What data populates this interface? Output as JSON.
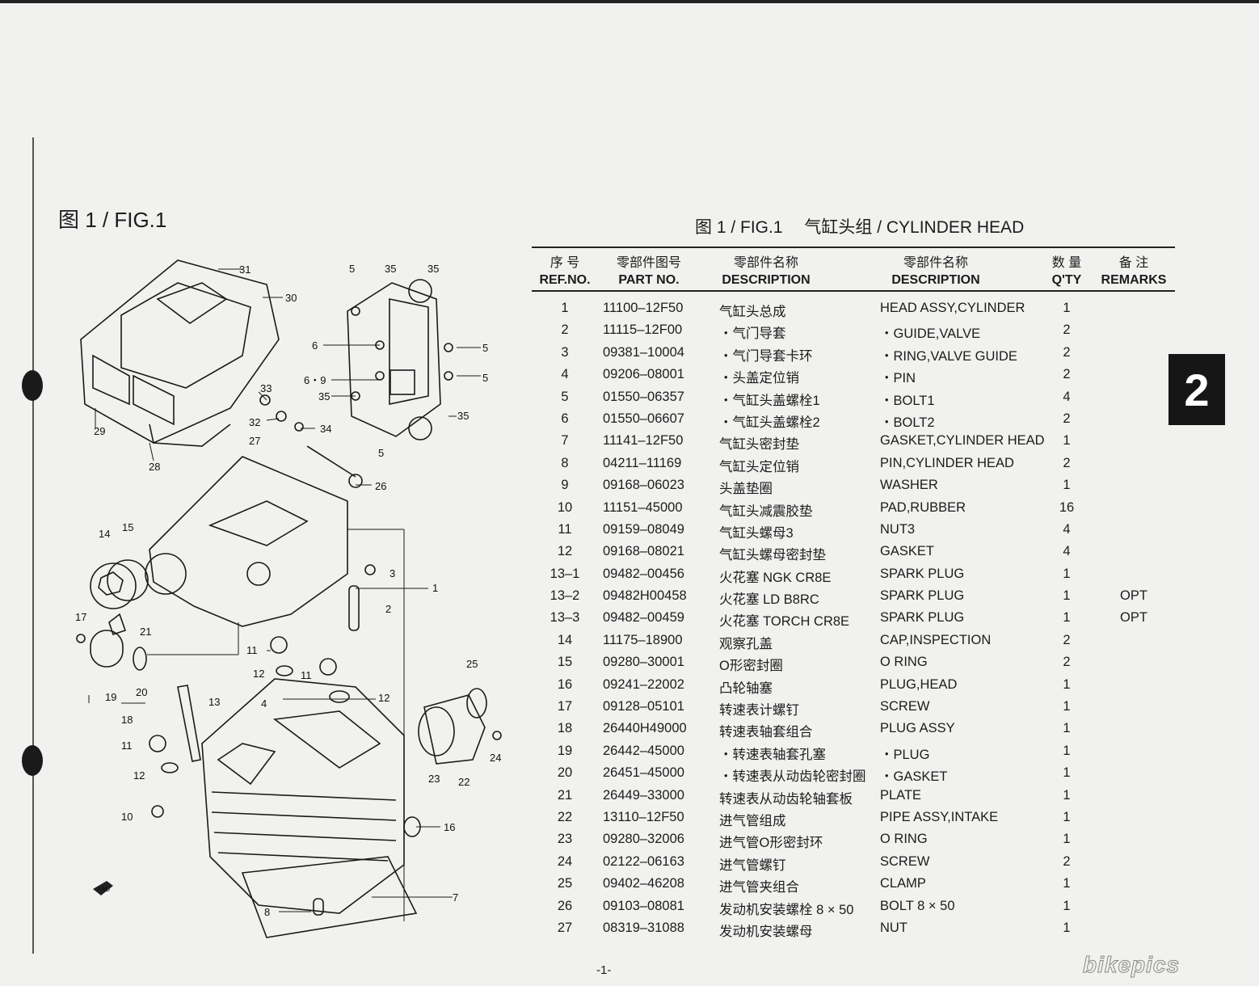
{
  "figure_label": "图 1 / FIG.1",
  "page_title": "图 1 / FIG.1　 气缸头组 / CYLINDER HEAD",
  "section_tab": "2",
  "page_number": "-1-",
  "watermark": "bikepics",
  "table": {
    "headers": {
      "ref_cn": "序 号",
      "ref_en": "REF.NO.",
      "part_cn": "零部件图号",
      "part_en": "PART NO.",
      "desc_cn_cn": "零部件名称",
      "desc_cn_en": "DESCRIPTION",
      "desc_en_cn": "零部件名称",
      "desc_en_en": "DESCRIPTION",
      "qty_cn": "数 量",
      "qty_en": "Q'TY",
      "rem_cn": "备 注",
      "rem_en": "REMARKS"
    },
    "rows": [
      {
        "ref": "1",
        "part": "11100–12F50",
        "cn": "气缸头总成",
        "en": "HEAD ASSY,CYLINDER",
        "qty": "1",
        "rem": ""
      },
      {
        "ref": "2",
        "part": "11115–12F00",
        "cn": "・气门导套",
        "en": "・GUIDE,VALVE",
        "qty": "2",
        "rem": ""
      },
      {
        "ref": "3",
        "part": "09381–10004",
        "cn": "・气门导套卡环",
        "en": "・RING,VALVE GUIDE",
        "qty": "2",
        "rem": ""
      },
      {
        "ref": "4",
        "part": "09206–08001",
        "cn": "・头盖定位销",
        "en": "・PIN",
        "qty": "2",
        "rem": ""
      },
      {
        "ref": "5",
        "part": "01550–06357",
        "cn": "・气缸头盖螺栓1",
        "en": "・BOLT1",
        "qty": "4",
        "rem": ""
      },
      {
        "ref": "6",
        "part": "01550–06607",
        "cn": "・气缸头盖螺栓2",
        "en": "・BOLT2",
        "qty": "2",
        "rem": ""
      },
      {
        "ref": "7",
        "part": "11141–12F50",
        "cn": "气缸头密封垫",
        "en": "GASKET,CYLINDER HEAD",
        "qty": "1",
        "rem": ""
      },
      {
        "ref": "8",
        "part": "04211–11169",
        "cn": "气缸头定位销",
        "en": "PIN,CYLINDER HEAD",
        "qty": "2",
        "rem": ""
      },
      {
        "ref": "9",
        "part": "09168–06023",
        "cn": "头盖垫圈",
        "en": "WASHER",
        "qty": "1",
        "rem": ""
      },
      {
        "ref": "10",
        "part": "11151–45000",
        "cn": "气缸头减震胶垫",
        "en": "PAD,RUBBER",
        "qty": "16",
        "rem": ""
      },
      {
        "ref": "11",
        "part": "09159–08049",
        "cn": "气缸头螺母3",
        "en": "NUT3",
        "qty": "4",
        "rem": ""
      },
      {
        "ref": "12",
        "part": "09168–08021",
        "cn": "气缸头螺母密封垫",
        "en": "GASKET",
        "qty": "4",
        "rem": ""
      },
      {
        "ref": "13–1",
        "part": "09482–00456",
        "cn": "火花塞 NGK CR8E",
        "en": "SPARK PLUG",
        "qty": "1",
        "rem": ""
      },
      {
        "ref": "13–2",
        "part": "09482H00458",
        "cn": "火花塞 LD B8RC",
        "en": "SPARK PLUG",
        "qty": "1",
        "rem": "OPT"
      },
      {
        "ref": "13–3",
        "part": "09482–00459",
        "cn": "火花塞 TORCH CR8E",
        "en": "SPARK PLUG",
        "qty": "1",
        "rem": "OPT"
      },
      {
        "ref": "14",
        "part": "11175–18900",
        "cn": "观察孔盖",
        "en": "CAP,INSPECTION",
        "qty": "2",
        "rem": ""
      },
      {
        "ref": "15",
        "part": "09280–30001",
        "cn": "O形密封圈",
        "en": "O RING",
        "qty": "2",
        "rem": ""
      },
      {
        "ref": "16",
        "part": "09241–22002",
        "cn": "凸轮轴塞",
        "en": "PLUG,HEAD",
        "qty": "1",
        "rem": ""
      },
      {
        "ref": "17",
        "part": "09128–05101",
        "cn": "转速表计螺钉",
        "en": "SCREW",
        "qty": "1",
        "rem": ""
      },
      {
        "ref": "18",
        "part": "26440H49000",
        "cn": "转速表轴套组合",
        "en": "PLUG ASSY",
        "qty": "1",
        "rem": ""
      },
      {
        "ref": "19",
        "part": "26442–45000",
        "cn": "・转速表轴套孔塞",
        "en": "・PLUG",
        "qty": "1",
        "rem": ""
      },
      {
        "ref": "20",
        "part": "26451–45000",
        "cn": "・转速表从动齿轮密封圈",
        "en": "・GASKET",
        "qty": "1",
        "rem": ""
      },
      {
        "ref": "21",
        "part": "26449–33000",
        "cn": "转速表从动齿轮轴套板",
        "en": "PLATE",
        "qty": "1",
        "rem": ""
      },
      {
        "ref": "22",
        "part": "13110–12F50",
        "cn": "进气管组成",
        "en": "PIPE ASSY,INTAKE",
        "qty": "1",
        "rem": ""
      },
      {
        "ref": "23",
        "part": "09280–32006",
        "cn": "进气管O形密封环",
        "en": "O RING",
        "qty": "1",
        "rem": ""
      },
      {
        "ref": "24",
        "part": "02122–06163",
        "cn": "进气管螺钉",
        "en": "SCREW",
        "qty": "2",
        "rem": ""
      },
      {
        "ref": "25",
        "part": "09402–46208",
        "cn": "进气管夹组合",
        "en": "CLAMP",
        "qty": "1",
        "rem": ""
      },
      {
        "ref": "26",
        "part": "09103–08081",
        "cn": "发动机安装螺栓 8 × 50",
        "en": "BOLT 8 × 50",
        "qty": "1",
        "rem": ""
      },
      {
        "ref": "27",
        "part": "08319–31088",
        "cn": "发动机安装螺母",
        "en": "NUT",
        "qty": "1",
        "rem": ""
      }
    ]
  },
  "diagram": {
    "callouts": [
      "31",
      "30",
      "29",
      "28",
      "33",
      "32",
      "34",
      "27",
      "26",
      "5",
      "35",
      "35",
      "6",
      "6・9",
      "5",
      "5",
      "35",
      "35",
      "5",
      "14",
      "15",
      "3",
      "2",
      "1",
      "17",
      "21",
      "11",
      "12",
      "11",
      "12",
      "19",
      "20",
      "18",
      "13",
      "4",
      "25",
      "24",
      "11",
      "12",
      "23",
      "22",
      "10",
      "16",
      "8",
      "7",
      "FWD"
    ]
  }
}
